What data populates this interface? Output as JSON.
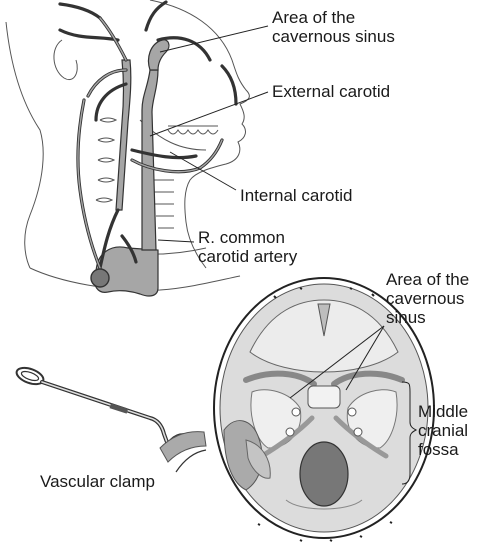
{
  "labels": {
    "cavernous_top": [
      "Area of the",
      "cavernous sinus"
    ],
    "external_carotid": "External carotid",
    "internal_carotid": "Internal carotid",
    "common_carotid": [
      "R. common",
      "carotid artery"
    ],
    "cavernous_skull": [
      "Area of the",
      "cavernous",
      "sinus"
    ],
    "middle_fossa": [
      "Middle",
      "cranial",
      "fossa"
    ],
    "vascular_clamp": "Vascular clamp"
  },
  "colors": {
    "artery": "#a6a6a6",
    "outline": "#333333",
    "skull_fill": "#dcdcdc",
    "bone_fill": "#f2f2f2",
    "dark_fill": "#777777"
  }
}
